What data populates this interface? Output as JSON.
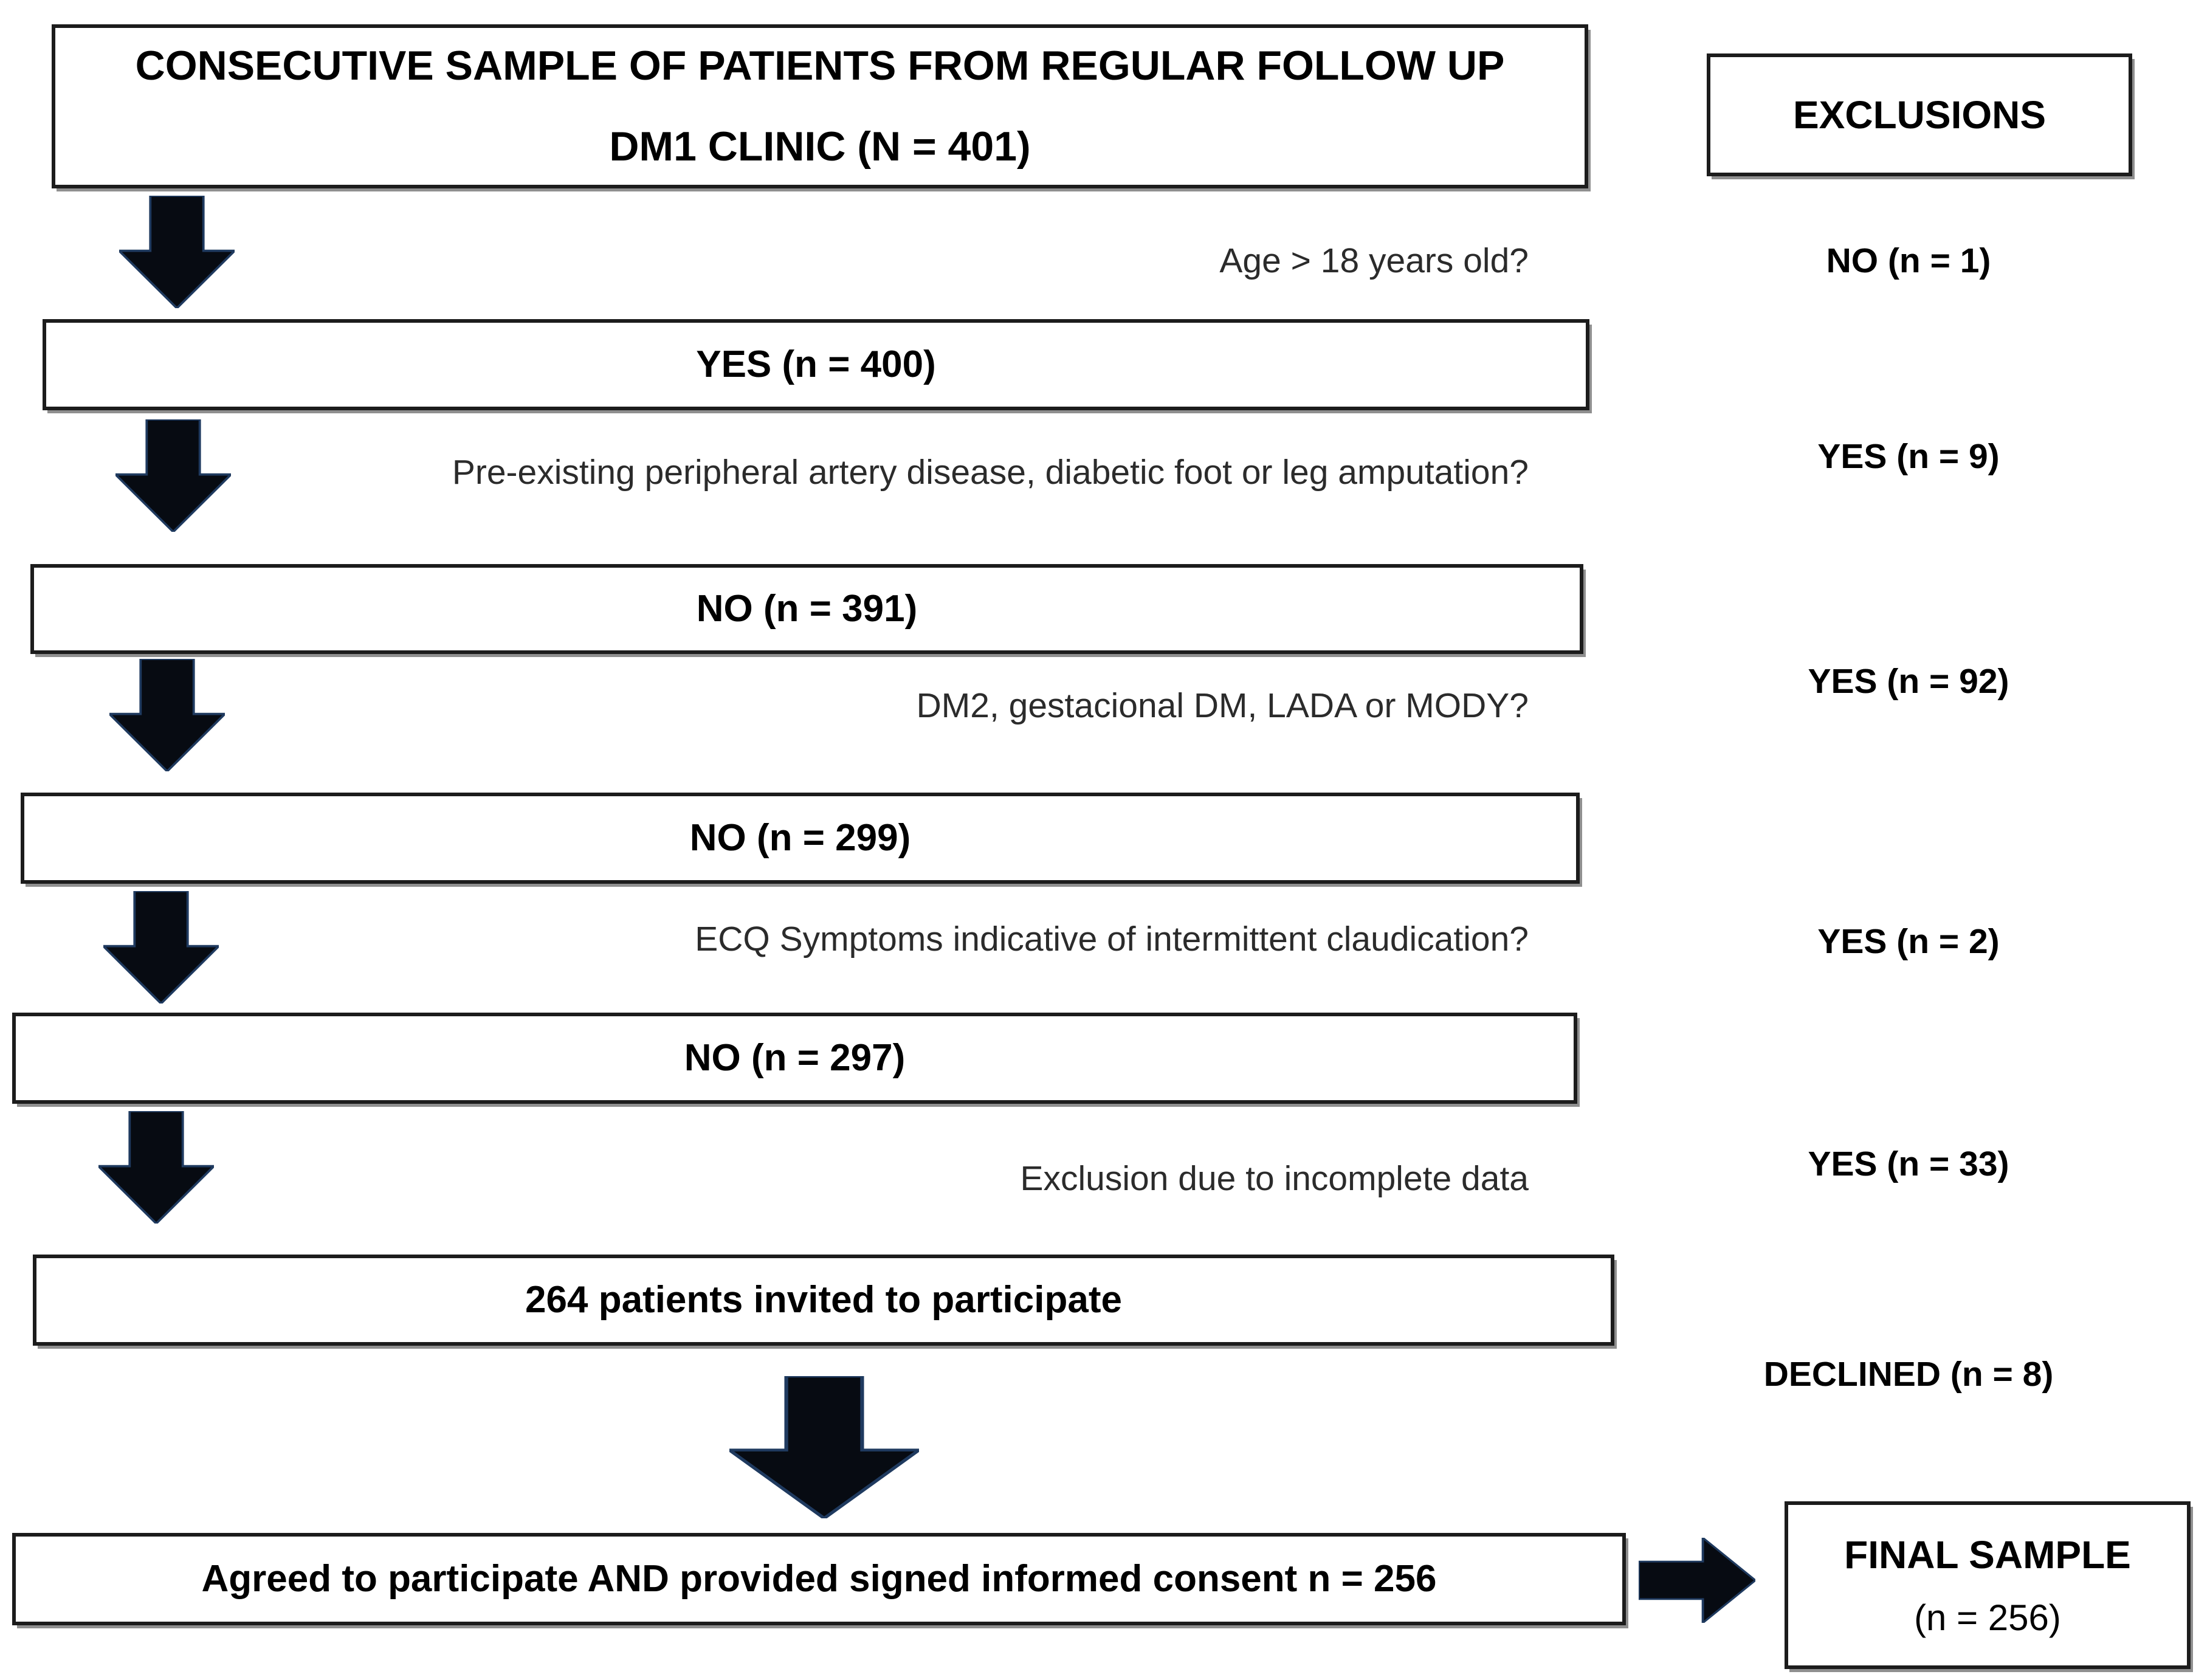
{
  "figure": {
    "source_box": {
      "line1": "CONSECUTIVE SAMPLE OF PATIENTS FROM REGULAR FOLLOW UP",
      "line2": "DM1 CLINIC (N = 401)"
    },
    "exclusions_header": "EXCLUSIONS",
    "steps": [
      {
        "question": "Age > 18 years old?",
        "result_box": "YES (n = 400)",
        "exclusion": "NO (n = 1)"
      },
      {
        "question": "Pre-existing peripheral artery disease, diabetic foot or leg amputation?",
        "result_box": "NO (n = 391)",
        "exclusion": "YES (n = 9)"
      },
      {
        "question": "DM2, gestacional DM, LADA or MODY?",
        "result_box": "NO (n = 299)",
        "exclusion": "YES (n = 92)"
      },
      {
        "question": "ECQ Symptoms indicative of intermittent claudication?",
        "result_box": "NO (n = 297)",
        "exclusion": "YES (n = 2)"
      },
      {
        "question": "Exclusion due to incomplete data",
        "result_box": "264 patients invited to participate",
        "exclusion": "YES (n = 33)"
      }
    ],
    "declined": "DECLINED (n = 8)",
    "consent_box": "Agreed to participate AND provided signed informed consent n = 256",
    "final_box": {
      "line1": "FINAL SAMPLE",
      "line2": "(n = 256)"
    },
    "colors": {
      "arrow_fill": "#070b12",
      "arrow_edge": "#1f3a5f",
      "box_border": "#1c1c1c",
      "box_shadow": "#8f8f8f",
      "question_text": "#2b2b2b"
    }
  }
}
